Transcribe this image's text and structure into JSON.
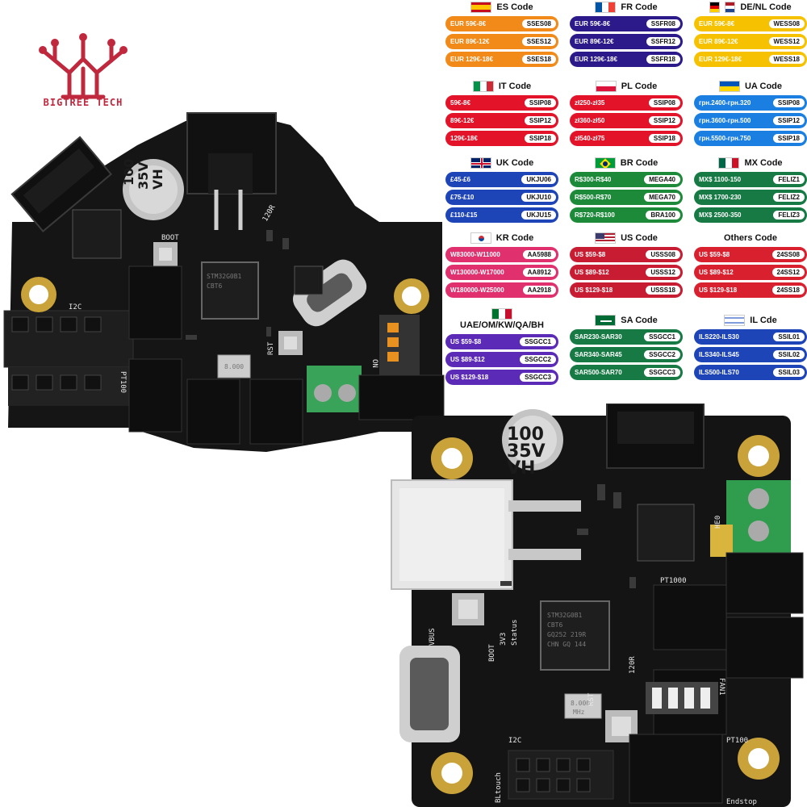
{
  "brand": {
    "name": "BIGTREE TECH",
    "color": "#c0283e"
  },
  "regions": [
    {
      "label": "ES Code",
      "flag": "es",
      "color": "#f28a1a",
      "codes": [
        {
          "price": "EUR 59€-8€",
          "code": "SSES08"
        },
        {
          "price": "EUR 89€-12€",
          "code": "SSES12"
        },
        {
          "price": "EUR 129€-18€",
          "code": "SSES18"
        }
      ]
    },
    {
      "label": "FR Code",
      "flag": "fr",
      "color": "#2d1a8a",
      "codes": [
        {
          "price": "EUR 59€-8€",
          "code": "SSFR08"
        },
        {
          "price": "EUR 89€-12€",
          "code": "SSFR12"
        },
        {
          "price": "EUR 129€-18€",
          "code": "SSFR18"
        }
      ]
    },
    {
      "label": "DE/NL Code",
      "flag": "de",
      "color": "#f6c200",
      "codes": [
        {
          "price": "EUR 59€-8€",
          "code": "WESS08"
        },
        {
          "price": "EUR 89€-12€",
          "code": "WESS12"
        },
        {
          "price": "EUR 129€-18€",
          "code": "WESS18"
        }
      ]
    },
    {
      "label": "IT Code",
      "flag": "it",
      "color": "#e3132a",
      "codes": [
        {
          "price": "59€-8€",
          "code": "SSIP08"
        },
        {
          "price": "89€-12€",
          "code": "SSIP12"
        },
        {
          "price": "129€-18€",
          "code": "SSIP18"
        }
      ]
    },
    {
      "label": "PL Code",
      "flag": "pl",
      "color": "#e3132a",
      "codes": [
        {
          "price": "zł250-zł35",
          "code": "SSIP08"
        },
        {
          "price": "zł360-zł50",
          "code": "SSIP12"
        },
        {
          "price": "zł540-zł75",
          "code": "SSIP18"
        }
      ]
    },
    {
      "label": "UA Code",
      "flag": "ua",
      "color": "#1a7fe0",
      "codes": [
        {
          "price": "грн.2400-грн.320",
          "code": "SSIP08"
        },
        {
          "price": "грн.3600-грн.500",
          "code": "SSIP12"
        },
        {
          "price": "грн.5500-грн.750",
          "code": "SSIP18"
        }
      ]
    },
    {
      "label": "UK Code",
      "flag": "uk",
      "color": "#1e45b8",
      "codes": [
        {
          "price": "£45-£6",
          "code": "UKJU06"
        },
        {
          "price": "£75-£10",
          "code": "UKJU10"
        },
        {
          "price": "£110-£15",
          "code": "UKJU15"
        }
      ]
    },
    {
      "label": "BR Code",
      "flag": "br",
      "color": "#1d8a3a",
      "codes": [
        {
          "price": "R$300-R$40",
          "code": "MEGA40"
        },
        {
          "price": "R$500-R$70",
          "code": "MEGA70"
        },
        {
          "price": "R$720-R$100",
          "code": "BRA100"
        }
      ]
    },
    {
      "label": "MX Code",
      "flag": "mx",
      "color": "#177a45",
      "codes": [
        {
          "price": "MX$ 1100-150",
          "code": "FELIZ1"
        },
        {
          "price": "MX$ 1700-230",
          "code": "FELIZ2"
        },
        {
          "price": "MX$ 2500-350",
          "code": "FELIZ3"
        }
      ]
    },
    {
      "label": "KR Code",
      "flag": "kr",
      "color": "#e0306e",
      "codes": [
        {
          "price": "W83000-W11000",
          "code": "AA5988"
        },
        {
          "price": "W130000-W17000",
          "code": "AA8912"
        },
        {
          "price": "W180000-W25000",
          "code": "AA2918"
        }
      ]
    },
    {
      "label": "US Code",
      "flag": "us",
      "color": "#c81c32",
      "codes": [
        {
          "price": "US $59-$8",
          "code": "USSS08"
        },
        {
          "price": "US $89-$12",
          "code": "USSS12"
        },
        {
          "price": "US $129-$18",
          "code": "USSS18"
        }
      ]
    },
    {
      "label": "Others Code",
      "flag": "",
      "color": "#d8202f",
      "codes": [
        {
          "price": "US $59-$8",
          "code": "24SS08"
        },
        {
          "price": "US $89-$12",
          "code": "24SS12"
        },
        {
          "price": "US $129-$18",
          "code": "24SS18"
        }
      ]
    },
    {
      "label": "UAE/OM/KW/QA/BH",
      "flag": "gulf",
      "color": "#5b2bb8",
      "codes": [
        {
          "price": "US $59-$8",
          "code": "SSGCC1"
        },
        {
          "price": "US $89-$12",
          "code": "SSGCC2"
        },
        {
          "price": "US $129-$18",
          "code": "SSGCC3"
        }
      ]
    },
    {
      "label": "SA Code",
      "flag": "sa",
      "color": "#177a45",
      "codes": [
        {
          "price": "SAR230-SAR30",
          "code": "SSGCC1"
        },
        {
          "price": "SAR340-SAR45",
          "code": "SSGCC2"
        },
        {
          "price": "SAR500-SAR70",
          "code": "SSGCC3"
        }
      ]
    },
    {
      "label": "IL Cde",
      "flag": "il",
      "color": "#1e45b8",
      "codes": [
        {
          "price": "ILS220-ILS30",
          "code": "SSIL01"
        },
        {
          "price": "ILS340-ILS45",
          "code": "SSIL02"
        },
        {
          "price": "ILS500-ILS70",
          "code": "SSIL03"
        }
      ]
    }
  ],
  "board1": {
    "cap_value": "100",
    "cap_voltage": "35V",
    "cap_code": "VH",
    "chip": "STM32G0B1",
    "chip2": "CBT6",
    "crystal": "8.000",
    "labels": {
      "boot": "BOOT",
      "i2c": "I2C",
      "pt100": "PT100",
      "rst": "RST",
      "r120": "120R",
      "on": "ON"
    }
  },
  "board2": {
    "cap_value": "100",
    "cap_voltage": "35V",
    "cap_code": "VH",
    "chip": "STM32G0B1",
    "chip_lines": [
      "CBT6",
      "GQ252 219R",
      "CHN GQ 144"
    ],
    "crystal": "8.000",
    "crystal_unit": "MHz",
    "labels": {
      "vbus": "VBUS",
      "boot": "BOOT",
      "v33": "3V3",
      "status": "Status",
      "rst": "RST",
      "r120": "120R",
      "fan1": "FAN1",
      "pt1000": "PT1000",
      "pt100": "PT100",
      "i2c": "I2C",
      "bltouch": "BLtouch",
      "endstop": "Endstop",
      "he0": "HE0"
    }
  }
}
